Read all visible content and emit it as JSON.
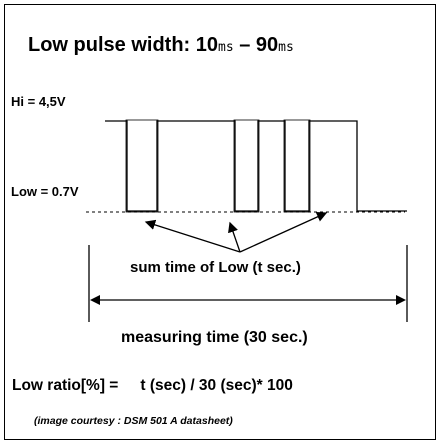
{
  "title": {
    "text": "Low pulse width: 10",
    "unit_1": "ms",
    "separator": " – 90",
    "unit_2": "ms"
  },
  "levels": {
    "hi_label": "Hi = 4,5V",
    "low_label": "Low = 0.7V"
  },
  "annotations": {
    "sum_label": "sum time of Low (t sec.)",
    "measuring_label": "measuring time (30 sec.)"
  },
  "formula": {
    "lhs": "Low ratio[%] =",
    "rhs": "t (sec) / 30 (sec)* 100"
  },
  "credit": "(image courtesy : DSM 501 A datasheet)"
}
